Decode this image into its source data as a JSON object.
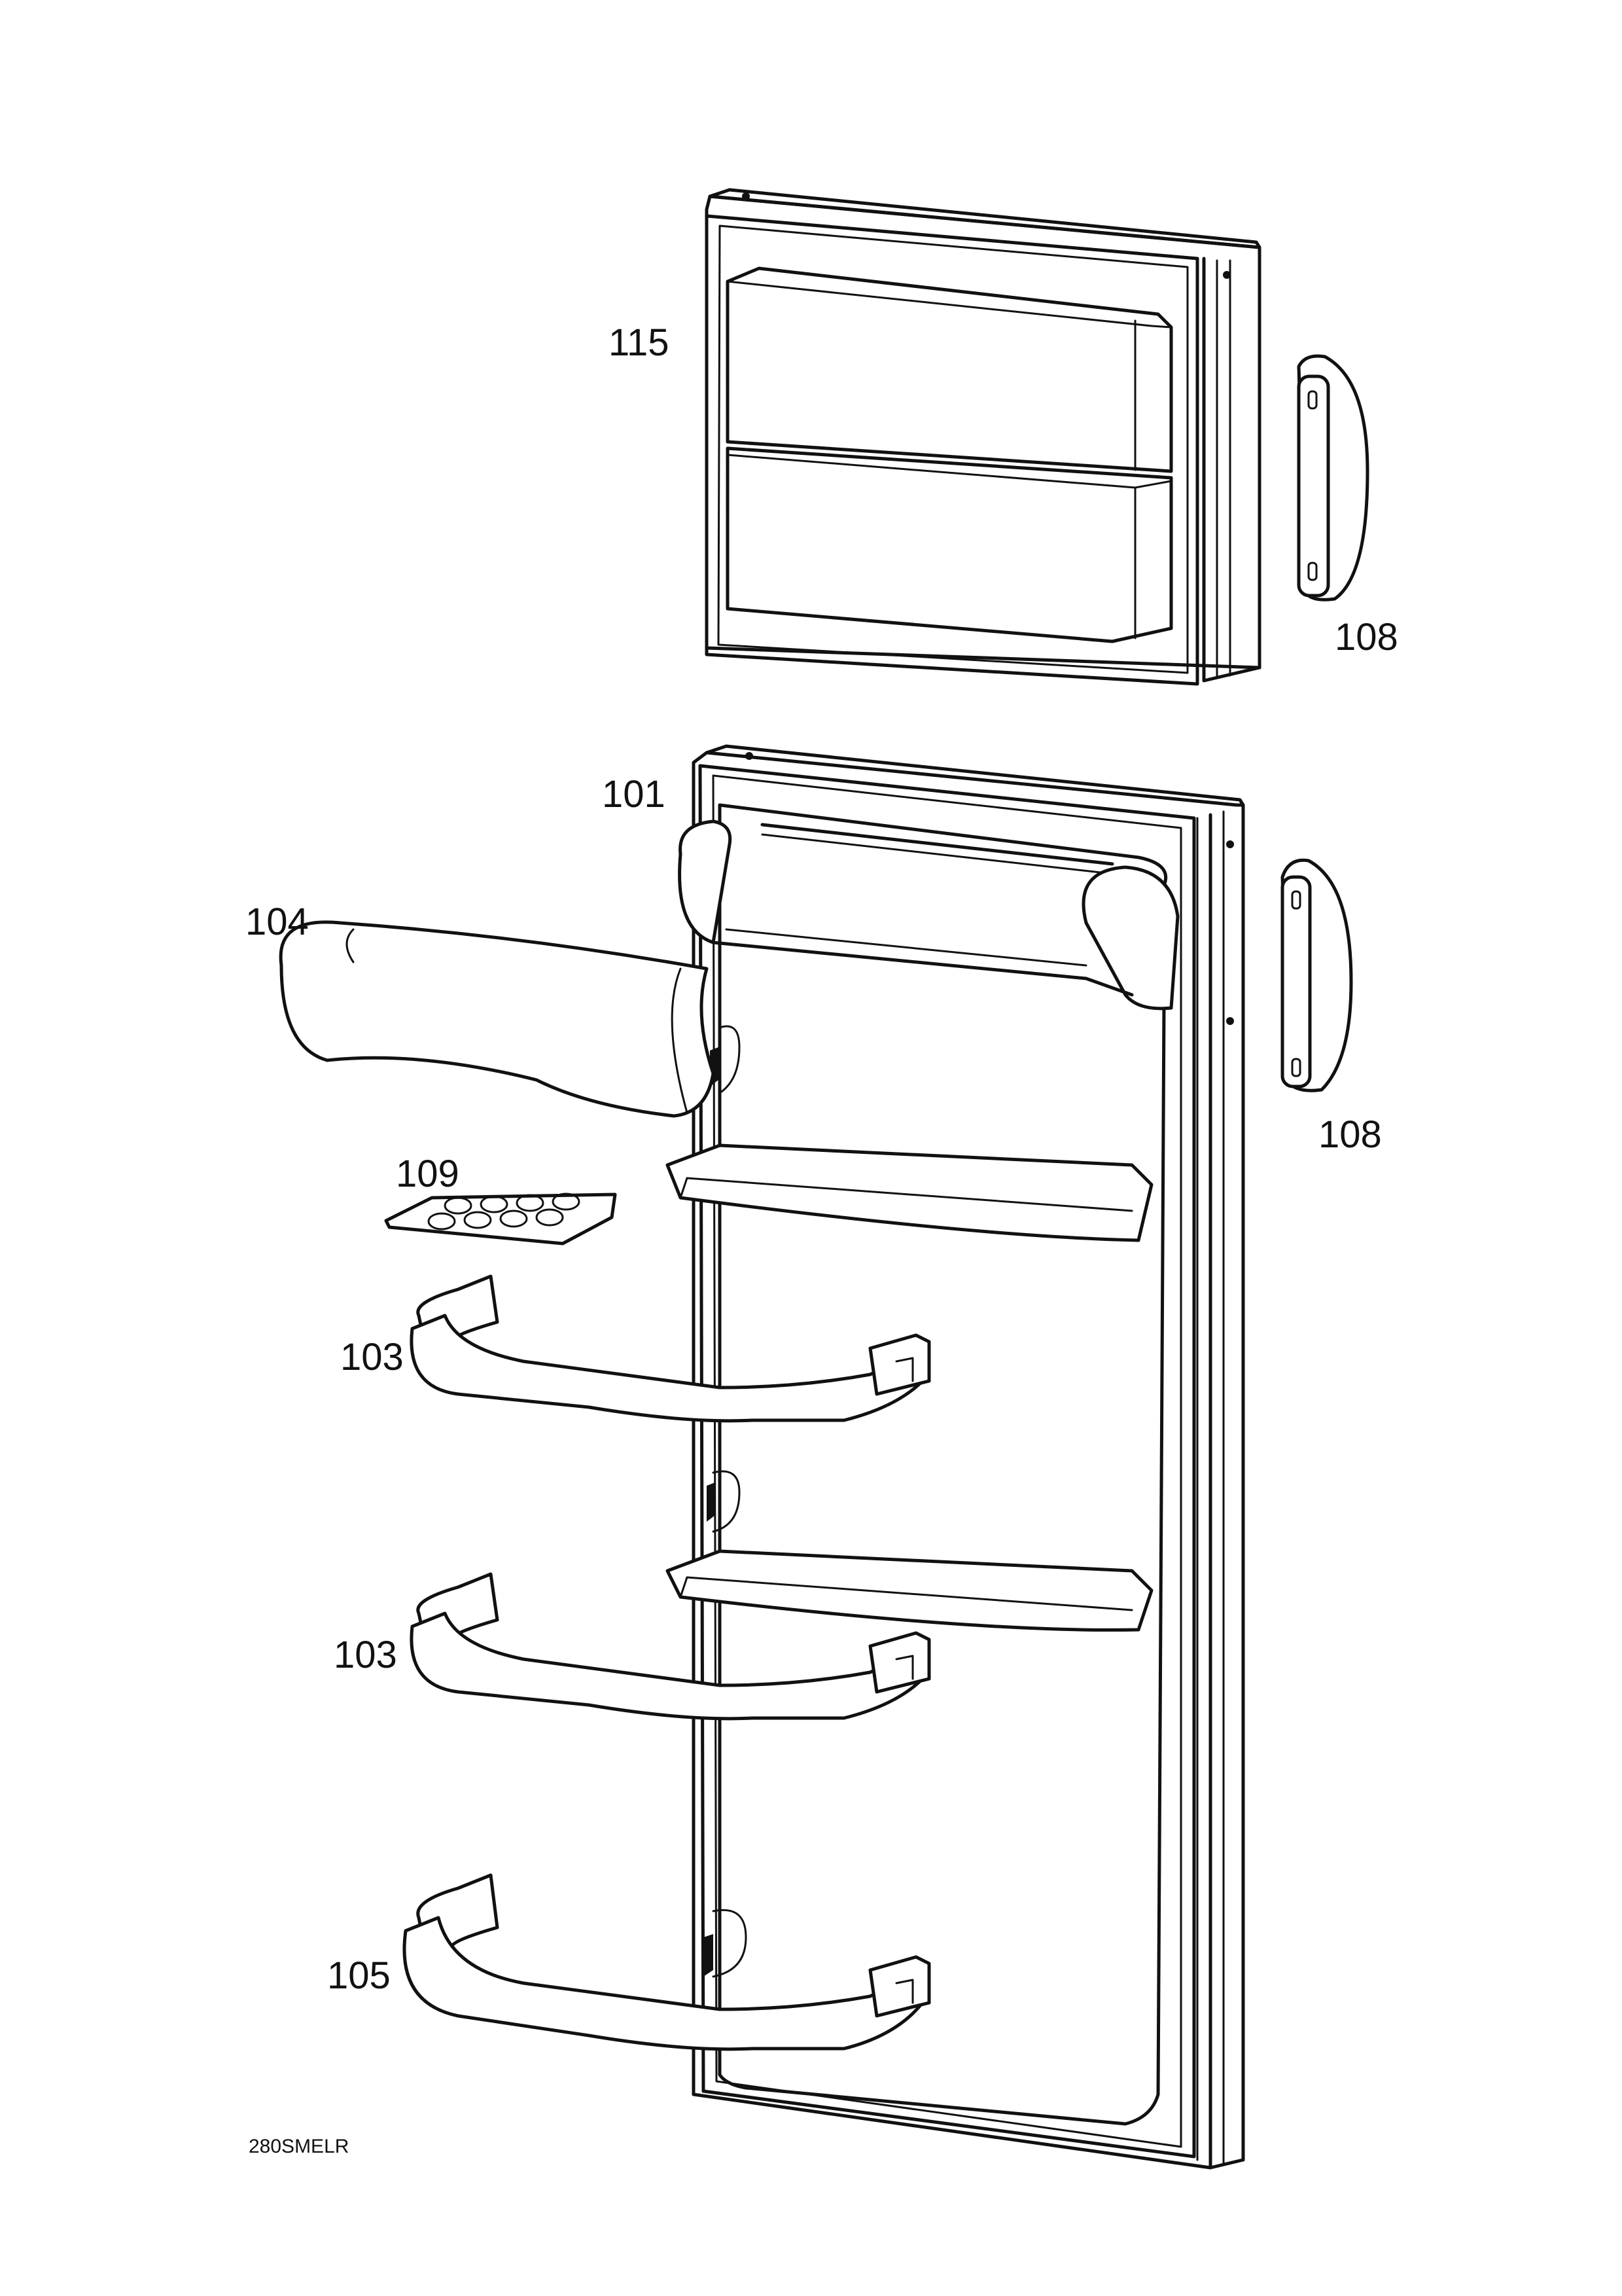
{
  "parts": [
    {
      "id": "p115",
      "label": "115"
    },
    {
      "id": "p108a",
      "label": "108"
    },
    {
      "id": "p101",
      "label": "101"
    },
    {
      "id": "p104",
      "label": "104"
    },
    {
      "id": "p108b",
      "label": "108"
    },
    {
      "id": "p109",
      "label": "109"
    },
    {
      "id": "p103a",
      "label": "103"
    },
    {
      "id": "p103b",
      "label": "103"
    },
    {
      "id": "p105",
      "label": "105"
    }
  ],
  "drawing_code": "280SMELR"
}
